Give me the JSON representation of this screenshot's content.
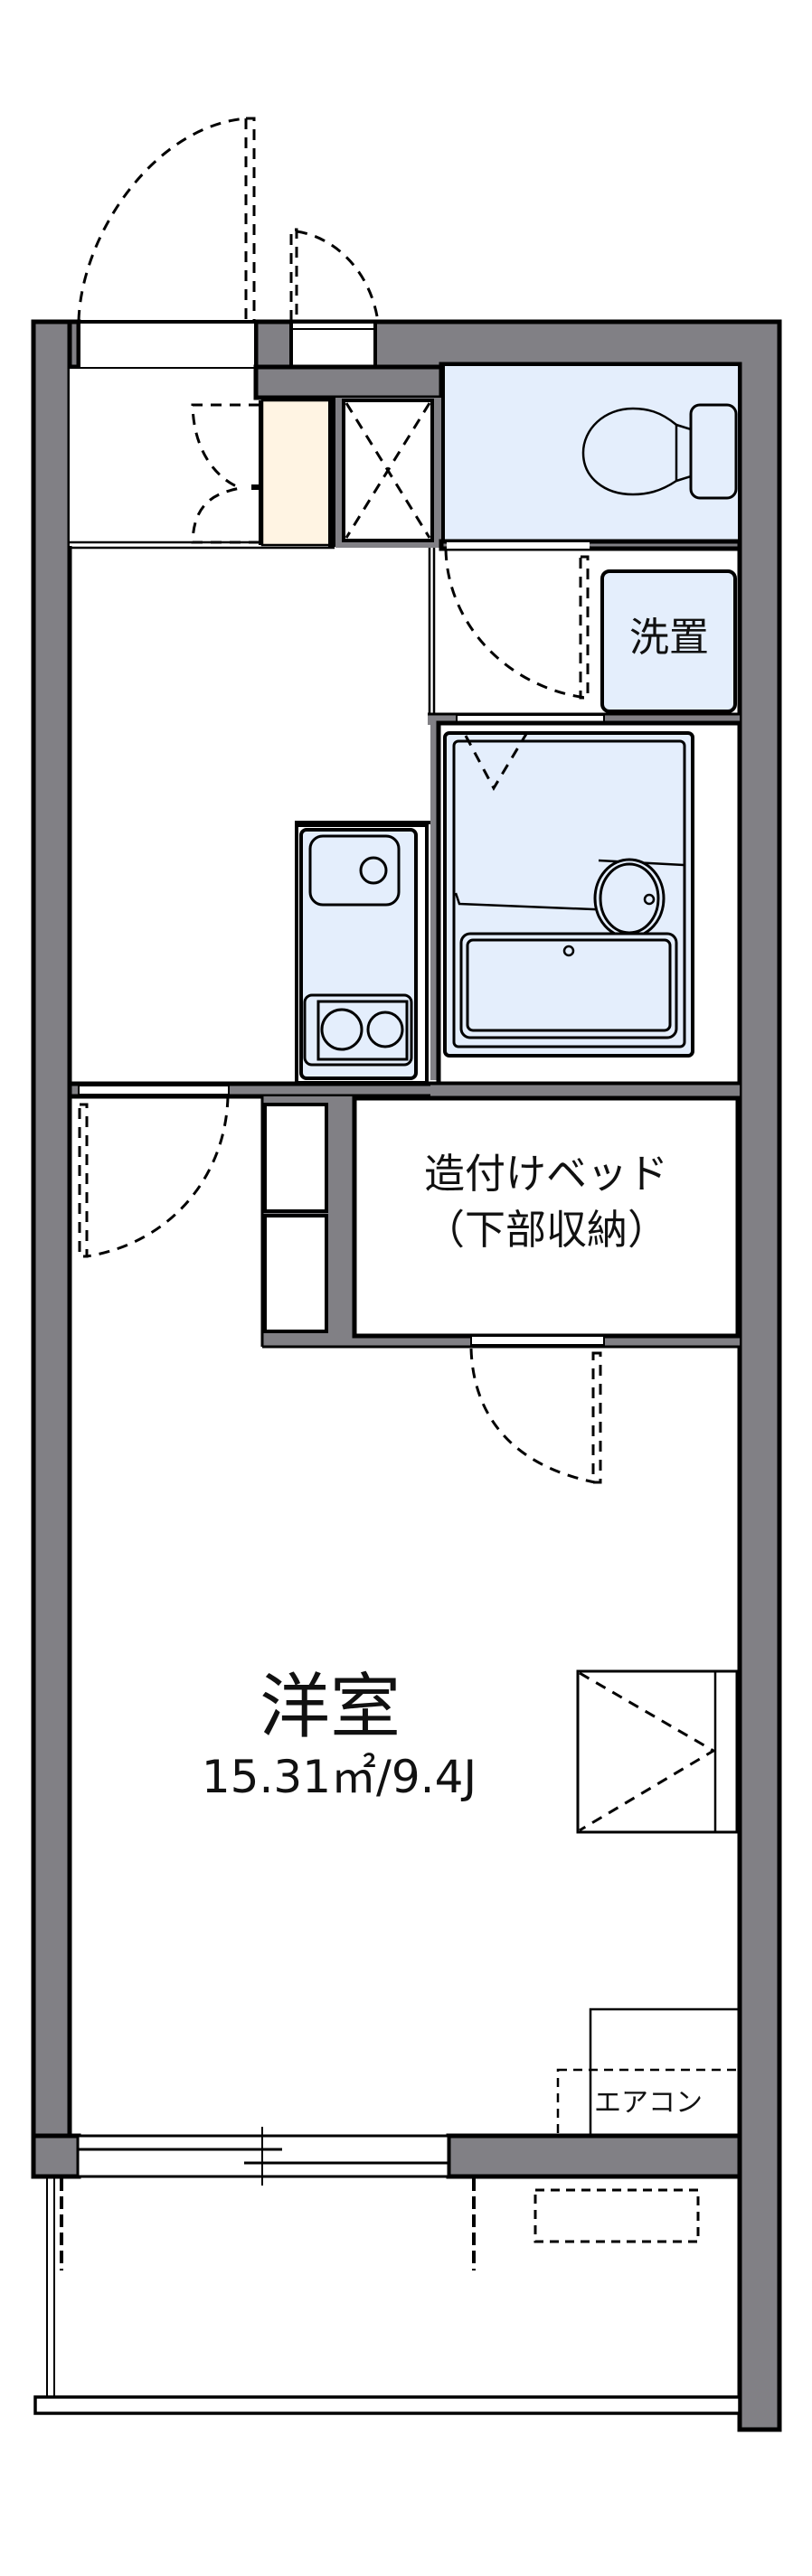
{
  "floorplan": {
    "colors": {
      "wall": "#818085",
      "wet_area": "#e4eefc",
      "shoe_cabinet": "#fff4e3",
      "line": "#000000",
      "background": "#ffffff"
    },
    "rooms": {
      "western_room": {
        "name": "洋室",
        "area": "15.31㎡/9.4J"
      },
      "built_in_bed": {
        "line1": "造付けベッド",
        "line2": "（下部収納）"
      },
      "washer_space": {
        "label": "洗置"
      },
      "air_conditioner": {
        "label": "エアコン"
      }
    },
    "fixtures": [
      "entrance-door-icon",
      "shoe-cabinet-icon",
      "pipe-shaft-icon",
      "toilet-icon",
      "washer-space-icon",
      "unit-bath-icon",
      "kitchen-sink-icon",
      "stove-icon",
      "closet-icon",
      "fridge-space-icon",
      "air-conditioner-icon",
      "balcony-outdoor-unit-icon",
      "sliding-window-icon"
    ]
  }
}
